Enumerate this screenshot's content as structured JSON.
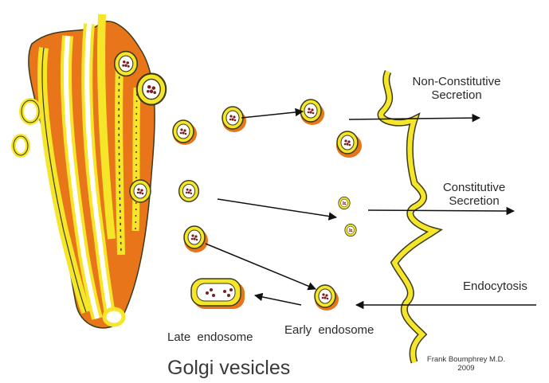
{
  "diagram": {
    "title": "Golgi vesicles",
    "labels": {
      "non_constitutive": [
        "Non-Constitutive",
        "Secretion"
      ],
      "constitutive": [
        "Constitutive",
        "Secretion"
      ],
      "endocytosis": "Endocytosis",
      "late_endosome": "Late endosome",
      "early_endosome": "Early endosome"
    },
    "credit": [
      "Frank Boumphrey M.D.",
      "2009"
    ],
    "colors": {
      "orange": "#e8751a",
      "yellow": "#f5e62a",
      "outline": "#3a3a1a",
      "cargo": "#7a1f1f",
      "arrow": "#111111"
    }
  }
}
